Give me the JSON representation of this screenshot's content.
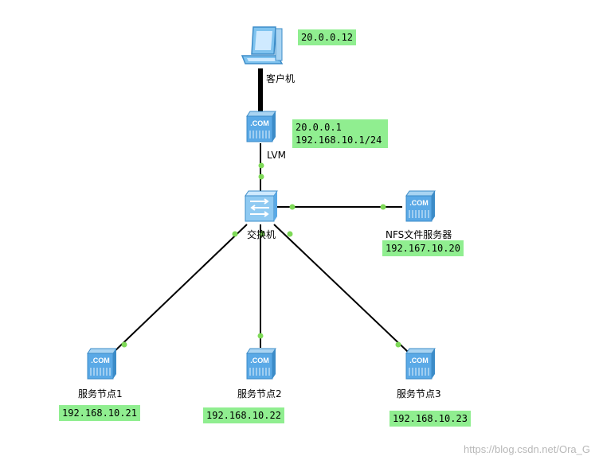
{
  "nodes": {
    "client": {
      "label": "客户机",
      "ip": "20.0.0.12"
    },
    "lvm": {
      "label": "LVM",
      "ip_lines": [
        "20.0.0.1",
        "192.168.10.1/24"
      ]
    },
    "switch": {
      "label": "交换机"
    },
    "nfs": {
      "label": "NFS文件服务器",
      "ip": "192.167.10.20"
    },
    "node1": {
      "label": "服务节点1",
      "ip": "192.168.10.21"
    },
    "node2": {
      "label": "服务节点2",
      "ip": "192.168.10.22"
    },
    "node3": {
      "label": "服务节点3",
      "ip": "192.168.10.23"
    }
  },
  "server_icon_text": ".COM",
  "colors": {
    "link": "#000000",
    "port": "#7ed957",
    "ip_box": "#90ee90",
    "server_blue": "#5aa9e6"
  },
  "watermark": "https://blog.csdn.net/Ora_G"
}
